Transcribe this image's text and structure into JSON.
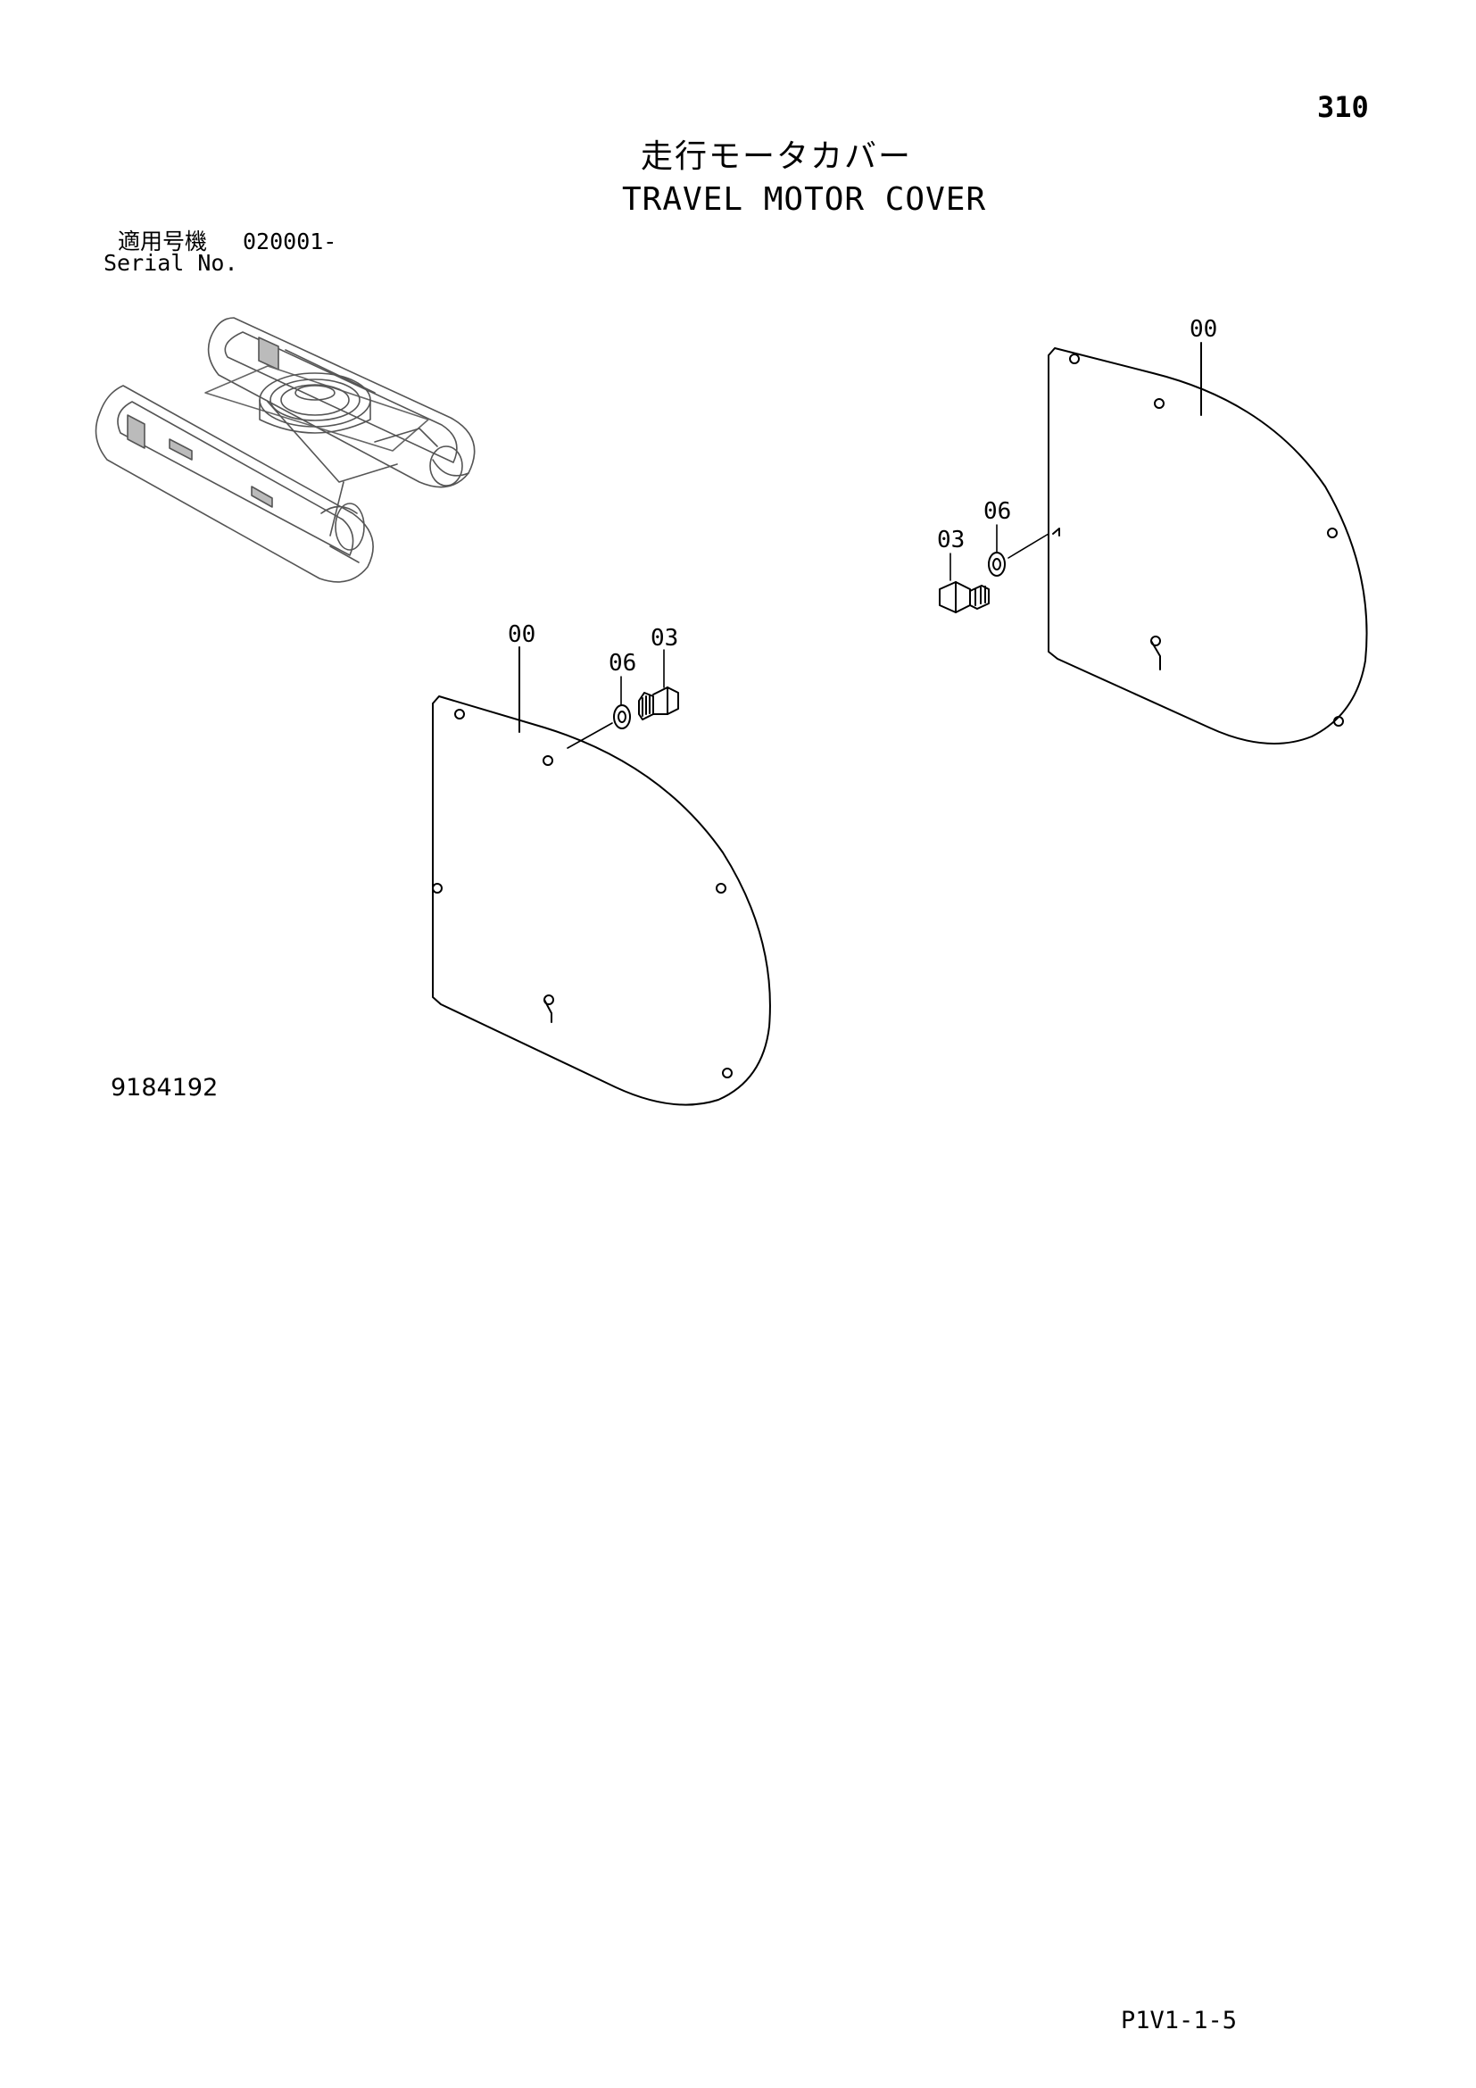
{
  "page": {
    "number": "310",
    "code": "P1V1-1-5"
  },
  "title": {
    "japanese": "走行モータカバー",
    "english": "TRAVEL MOTOR COVER"
  },
  "serial": {
    "label_jp": "適用号機",
    "value": "020001-",
    "label_en": "Serial No."
  },
  "figure_number": "9184192",
  "callouts": {
    "right_cover": "00",
    "right_washer": "06",
    "right_bolt": "03",
    "left_cover": "00",
    "left_washer": "06",
    "left_bolt": "03"
  },
  "icons": [
    "undercarriage-illustration",
    "travel-motor-cover-part",
    "bolt-part",
    "washer-part"
  ]
}
